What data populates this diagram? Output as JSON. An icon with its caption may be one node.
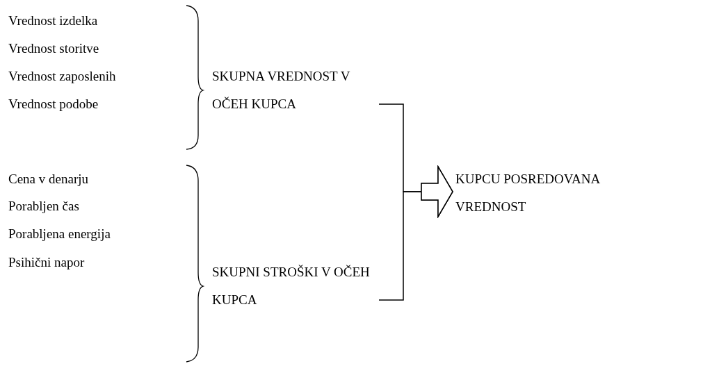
{
  "diagram": {
    "nodes": [
      {
        "text": [
          "SKUPNA VREDNOST V OČEH KUPCA"
        ]
      },
      {
        "text": [
          "SKUPNI STROŠKI V OČEH KUPCA"
        ]
      },
      {
        "text": [
          "KUPCU POSREDOVANA VREDNOST"
        ]
      }
    ],
    "edges": [
      {
        "from": 0,
        "to": 2,
        "arrow": "to"
      },
      {
        "from": 1,
        "to": 2,
        "arrow": "to"
      }
    ],
    "labels": [
      "Vrednost izdelka",
      "Vrednost storitve",
      "Vrednost zaposlenih",
      "Vrednost podobe",
      "Cena v denarju",
      "Porabljen čas",
      "Porabljena energija",
      "Psihični napor"
    ]
  }
}
